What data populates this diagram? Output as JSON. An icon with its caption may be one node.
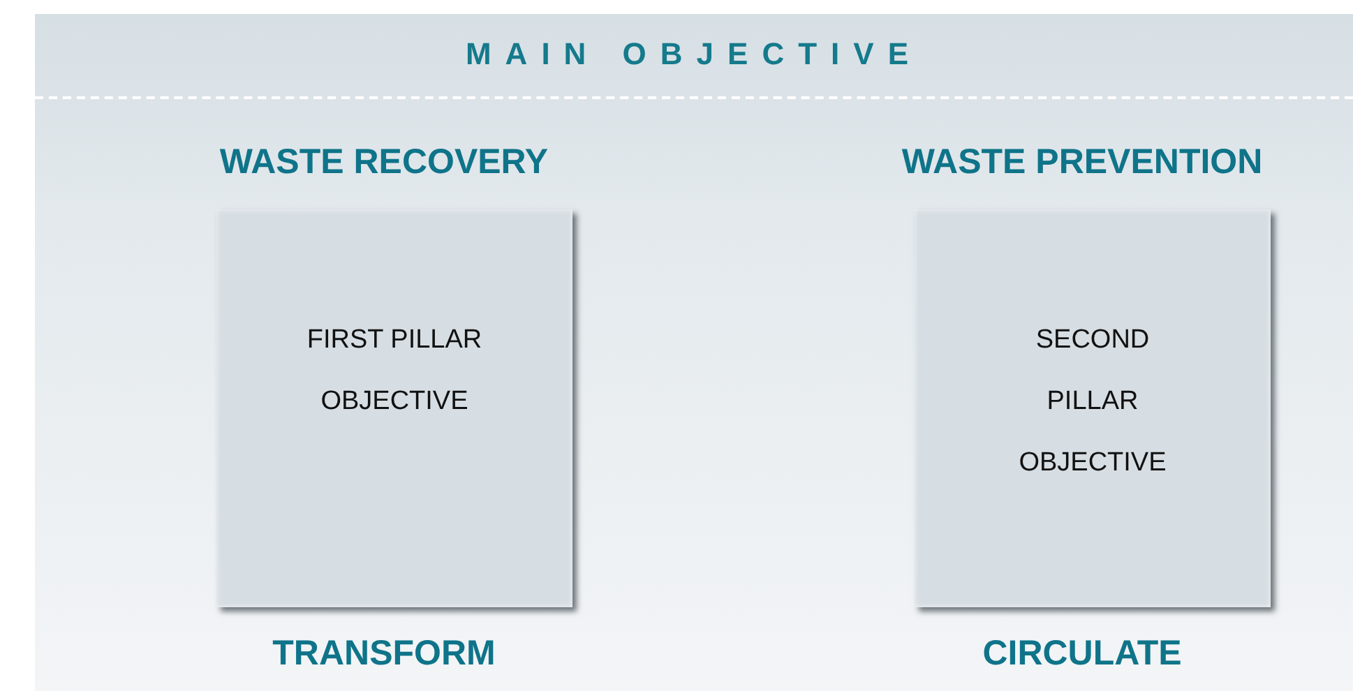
{
  "diagram": {
    "nodes": [
      {
        "text": [
          "MAIN OBJECTIVE"
        ]
      },
      {
        "text": [
          "WASTE RECOVERY",
          "FIRST PILLAR OBJECTIVE"
        ],
        "beside": [
          "TRANSFORM"
        ],
        "in": 0
      },
      {
        "text": [
          "WASTE PREVENTION",
          "SECOND PILLAR OBJECTIVE"
        ],
        "beside": [
          "CIRCULATE"
        ],
        "in": 0
      }
    ]
  }
}
